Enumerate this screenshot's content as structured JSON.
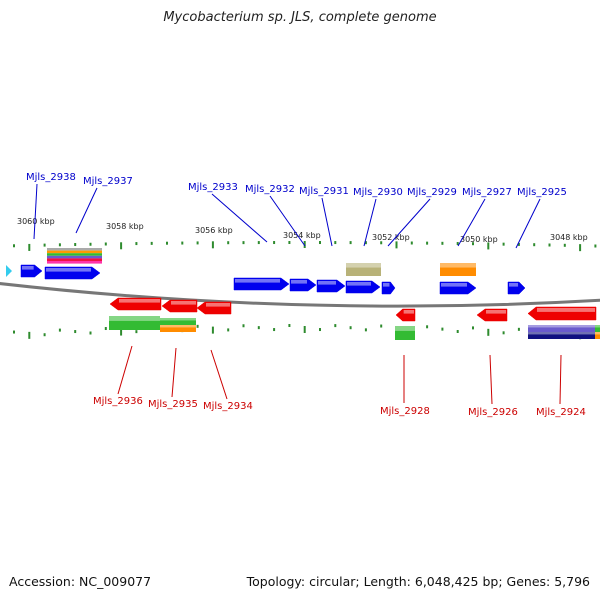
{
  "title": "Mycobacterium sp. JLS, complete genome",
  "footer": {
    "accession": "Accession: NC_009077",
    "summary": "Topology: circular; Length: 6,048,425 bp; Genes: 5,796"
  },
  "colors": {
    "forward_gene": "#0000ee",
    "reverse_gene": "#ee0000",
    "forward_label": "#0000cc",
    "reverse_label": "#cc0000",
    "backbone": "#777777",
    "tick": "#2e8b2e",
    "cyan": "#33ccee",
    "khaki": "#b8b278",
    "orange": "#ff8c00",
    "green": "#33bb33",
    "purple": "#6a5acd",
    "navy": "#101080"
  },
  "ticks": [
    {
      "label": "3060 kbp"
    },
    {
      "label": "3058 kbp"
    },
    {
      "label": "3056 kbp"
    },
    {
      "label": "3054 kbp"
    },
    {
      "label": "3052 kbp"
    },
    {
      "label": "3050 kbp"
    },
    {
      "label": "3048 kbp"
    }
  ],
  "forward_genes": [
    {
      "label": "Mjls_2938"
    },
    {
      "label": "Mjls_2937"
    },
    {
      "label": "Mjls_2933"
    },
    {
      "label": "Mjls_2932"
    },
    {
      "label": "Mjls_2931"
    },
    {
      "label": "Mjls_2930"
    },
    {
      "label": "Mjls_2929"
    },
    {
      "label": "Mjls_2927"
    },
    {
      "label": "Mjls_2925"
    }
  ],
  "reverse_genes": [
    {
      "label": "Mjls_2936"
    },
    {
      "label": "Mjls_2935"
    },
    {
      "label": "Mjls_2934"
    },
    {
      "label": "Mjls_2928"
    },
    {
      "label": "Mjls_2926"
    },
    {
      "label": "Mjls_2924"
    }
  ]
}
